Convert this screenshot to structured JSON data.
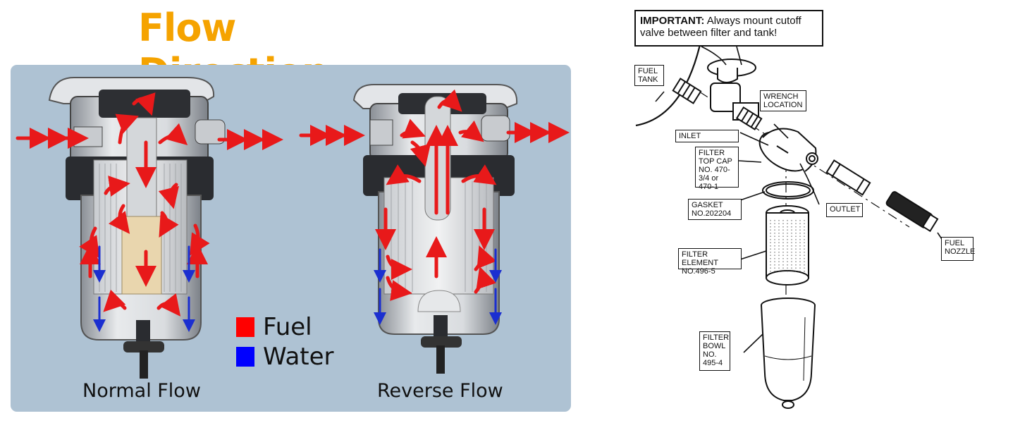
{
  "title": "Flow Direction",
  "captions": {
    "normal": "Normal Flow",
    "reverse": "Reverse Flow"
  },
  "legend": [
    {
      "label": "Fuel",
      "color": "#ff0000"
    },
    {
      "label": "Water",
      "color": "#0000ff"
    }
  ],
  "colors": {
    "title": "#f5a300",
    "panel_background": "#aec2d3",
    "fuel_arrow": "#e8191a",
    "water_arrow": "#1b2fd0"
  },
  "diagram": {
    "important_bold": "IMPORTANT:",
    "important_text": "Always mount cutoff valve between filter and tank!",
    "labels": {
      "fuel_tank": "FUEL TANK",
      "wrench_location": "WRENCH LOCATION",
      "inlet": "INLET",
      "filter_top_cap": "FILTER TOP CAP NO. 470-3/4 or 470-1",
      "gasket": "GASKET NO.202204",
      "outlet": "OUTLET",
      "filter_element": "FILTER ELEMENT NO.496-5",
      "fuel_nozzle": "FUEL NOZZLE",
      "filter_bowl": "FILTER BOWL NO. 495-4"
    }
  }
}
